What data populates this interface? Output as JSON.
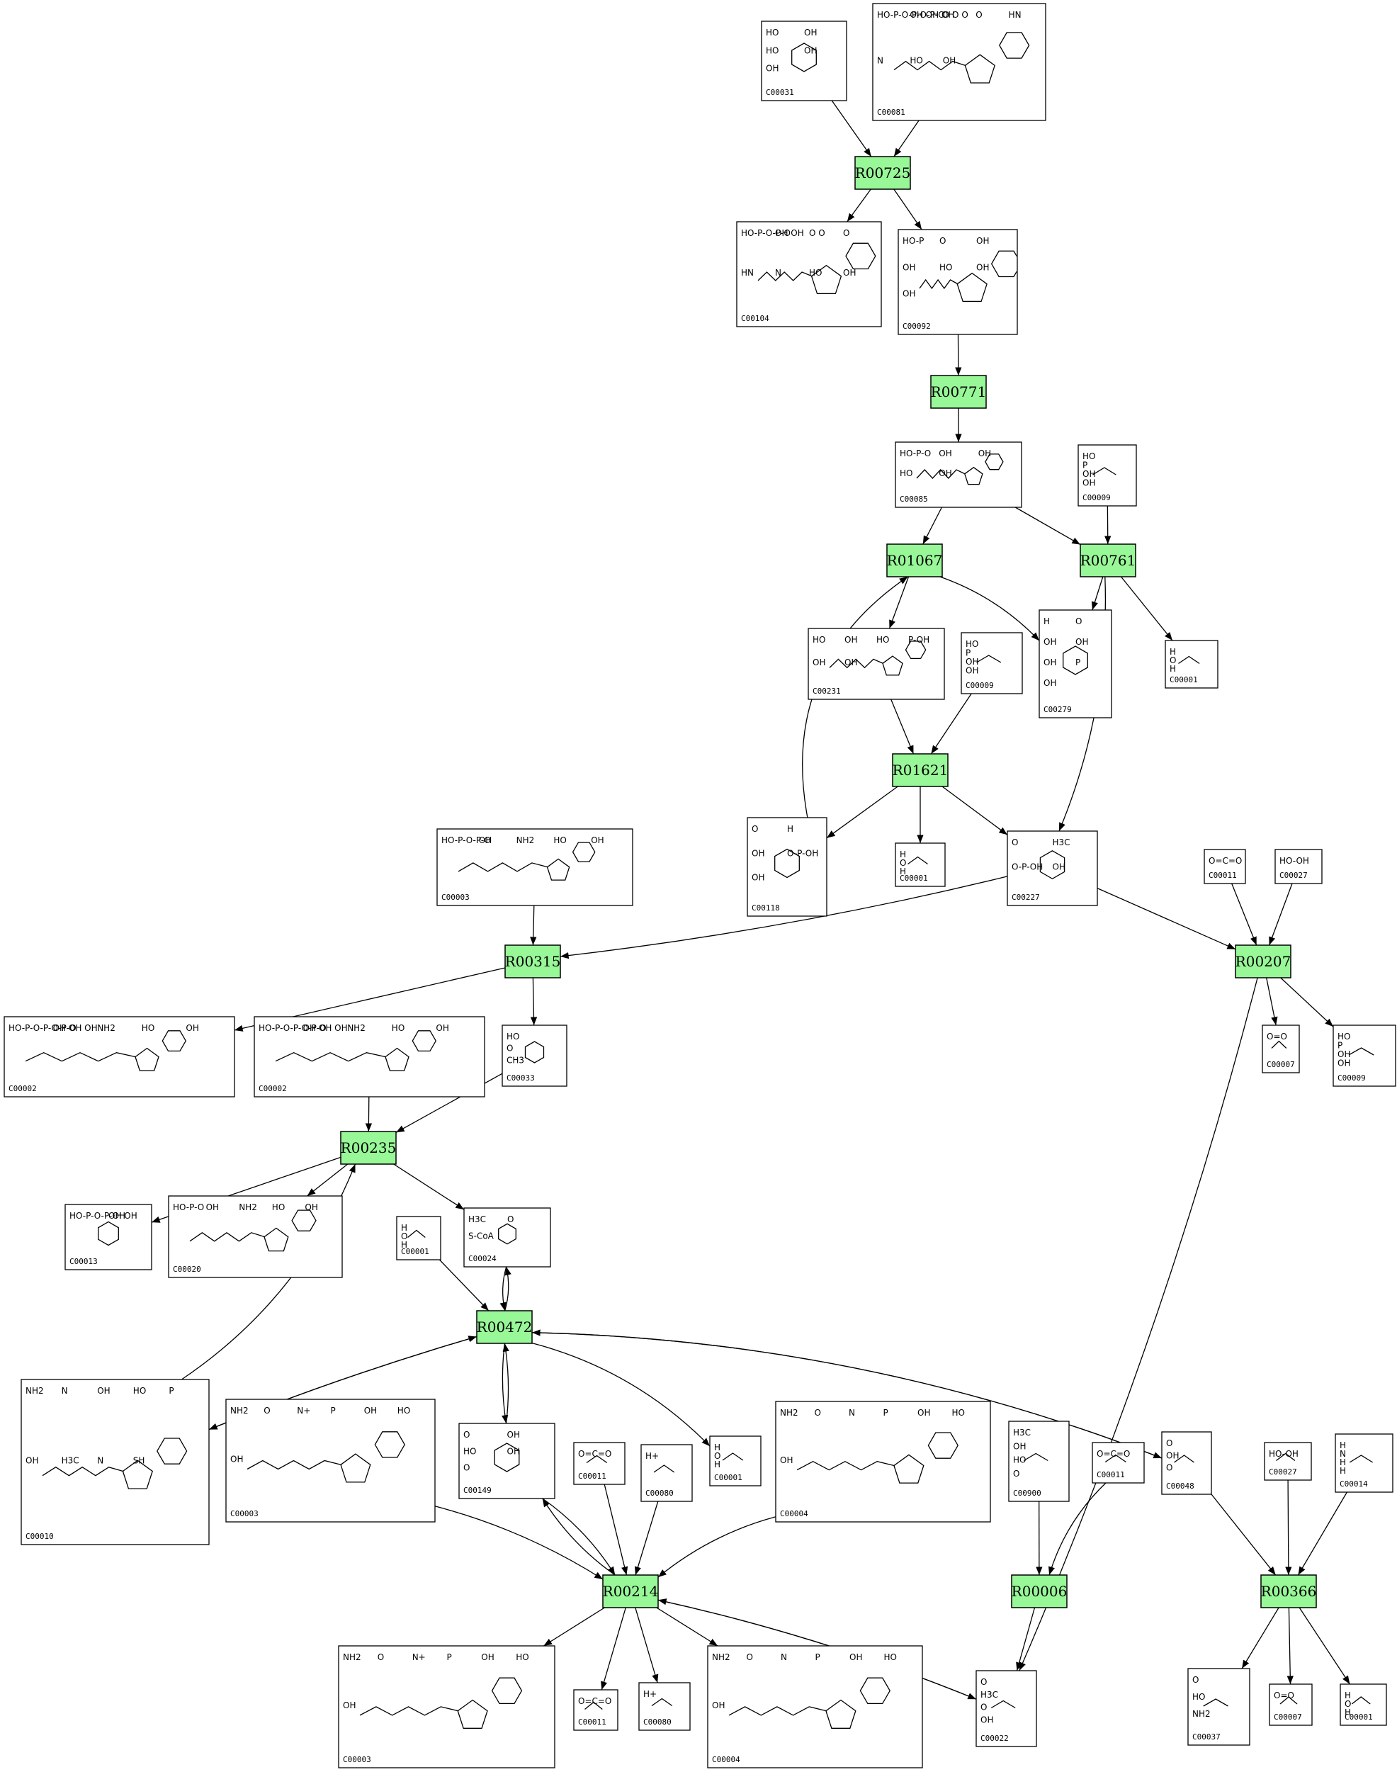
{
  "colors": {
    "reaction_fill": "#98f898",
    "stroke": "#000000",
    "background": "#ffffff"
  },
  "reactions": [
    {
      "id": "R00725"
    },
    {
      "id": "R00771"
    },
    {
      "id": "R01067"
    },
    {
      "id": "R00761"
    },
    {
      "id": "R01621"
    },
    {
      "id": "R00315"
    },
    {
      "id": "R00207"
    },
    {
      "id": "R00235"
    },
    {
      "id": "R00472"
    },
    {
      "id": "R00214"
    },
    {
      "id": "R00006"
    },
    {
      "id": "R00366"
    }
  ],
  "compounds": [
    {
      "id": "C00031",
      "atoms": [
        "HO",
        "OH",
        "HO",
        "OH",
        "OH"
      ]
    },
    {
      "id": "C00081",
      "atoms": [
        "HO-P-O-P-O-P-O",
        "OH OH OH",
        "O  O  O",
        "O",
        "HN",
        "N",
        "HO",
        "OH"
      ]
    },
    {
      "id": "C00104",
      "atoms": [
        "HO-P-O-P-O",
        "OH OH",
        "O  O",
        "O",
        "HN",
        "N",
        "HO",
        "OH"
      ]
    },
    {
      "id": "C00092",
      "atoms": [
        "HO-P",
        "O",
        "OH",
        "OH",
        "HO",
        "OH",
        "OH"
      ]
    },
    {
      "id": "C00085",
      "atoms": [
        "HO-P-O",
        "OH",
        "OH",
        "HO",
        "OH"
      ]
    },
    {
      "id": "C00009",
      "atoms": [
        "HO",
        "P",
        "OH",
        "OH"
      ]
    },
    {
      "id": "C00231",
      "atoms": [
        "HO",
        "OH",
        "HO",
        "P-OH",
        "OH",
        "OH"
      ]
    },
    {
      "id": "C00009",
      "atoms": [
        "HO",
        "P",
        "OH",
        "OH"
      ]
    },
    {
      "id": "C00279",
      "atoms": [
        "H",
        "O",
        "OH",
        "OH",
        "OH",
        "P",
        "OH"
      ]
    },
    {
      "id": "C00001",
      "atoms": [
        "H",
        "O",
        "H"
      ]
    },
    {
      "id": "C00118",
      "atoms": [
        "O",
        "H",
        "OH",
        "O-P-OH",
        "OH"
      ]
    },
    {
      "id": "C00001",
      "atoms": [
        "H",
        "O",
        "H"
      ]
    },
    {
      "id": "C00227",
      "atoms": [
        "O",
        "H3C",
        "O-P-OH",
        "OH"
      ]
    },
    {
      "id": "C00003",
      "atoms": [
        "HO-P-O-P-O",
        "OH",
        "NH2",
        "HO",
        "OH"
      ]
    },
    {
      "id": "C00011",
      "atoms": [
        "O=C=O"
      ]
    },
    {
      "id": "C00027",
      "atoms": [
        "HO-OH"
      ]
    },
    {
      "id": "C00002",
      "atoms": [
        "HO-P-O-P-O-P-O",
        "OH OH OH",
        "NH2",
        "HO",
        "OH"
      ]
    },
    {
      "id": "C00002",
      "atoms": [
        "HO-P-O-P-O-P-O",
        "OH OH OH",
        "NH2",
        "HO",
        "OH"
      ]
    },
    {
      "id": "C00033",
      "atoms": [
        "HO",
        "O",
        "CH3"
      ]
    },
    {
      "id": "C00007",
      "atoms": [
        "O=O"
      ]
    },
    {
      "id": "C00009",
      "atoms": [
        "HO",
        "P",
        "OH",
        "OH"
      ]
    },
    {
      "id": "C00013",
      "atoms": [
        "HO-P-O-P-OH",
        "OH OH"
      ]
    },
    {
      "id": "C00020",
      "atoms": [
        "HO-P-O",
        "OH",
        "NH2",
        "HO",
        "OH"
      ]
    },
    {
      "id": "C00001",
      "atoms": [
        "H",
        "O",
        "H"
      ]
    },
    {
      "id": "C00024",
      "atoms": [
        "H3C",
        "O",
        "S-CoA"
      ]
    },
    {
      "id": "C00010",
      "atoms": [
        "NH2",
        "N",
        "OH",
        "HO",
        "P",
        "OH",
        "H3C",
        "N",
        "SH"
      ]
    },
    {
      "id": "C00003",
      "atoms": [
        "NH2",
        "O",
        "N+",
        "P",
        "OH",
        "HO",
        "OH"
      ]
    },
    {
      "id": "C00149",
      "atoms": [
        "O",
        "OH",
        "HO",
        "OH",
        "O"
      ]
    },
    {
      "id": "C00011",
      "atoms": [
        "O=C=O"
      ]
    },
    {
      "id": "C00080",
      "atoms": [
        "H+"
      ]
    },
    {
      "id": "C00001",
      "atoms": [
        "H",
        "O",
        "H"
      ]
    },
    {
      "id": "C00004",
      "atoms": [
        "NH2",
        "O",
        "N",
        "P",
        "OH",
        "HO",
        "OH"
      ]
    },
    {
      "id": "C00900",
      "atoms": [
        "H3C",
        "OH",
        "HO",
        "O"
      ]
    },
    {
      "id": "C00011",
      "atoms": [
        "O=C=O"
      ]
    },
    {
      "id": "C00048",
      "atoms": [
        "O",
        "OH",
        "O"
      ]
    },
    {
      "id": "C00027",
      "atoms": [
        "HO-OH"
      ]
    },
    {
      "id": "C00014",
      "atoms": [
        "H",
        "N",
        "H",
        "H"
      ]
    },
    {
      "id": "C00003",
      "atoms": [
        "NH2",
        "O",
        "N+",
        "P",
        "OH",
        "HO",
        "OH"
      ]
    },
    {
      "id": "C00011",
      "atoms": [
        "O=C=O"
      ]
    },
    {
      "id": "C00080",
      "atoms": [
        "H+"
      ]
    },
    {
      "id": "C00004",
      "atoms": [
        "NH2",
        "O",
        "N",
        "P",
        "OH",
        "HO",
        "OH"
      ]
    },
    {
      "id": "C00022",
      "atoms": [
        "O",
        "H3C",
        "O",
        "OH"
      ]
    },
    {
      "id": "C00037",
      "atoms": [
        "O",
        "HO",
        "NH2"
      ]
    },
    {
      "id": "C00007",
      "atoms": [
        "O=O"
      ]
    },
    {
      "id": "C00001",
      "atoms": [
        "H",
        "O",
        "H"
      ]
    }
  ]
}
